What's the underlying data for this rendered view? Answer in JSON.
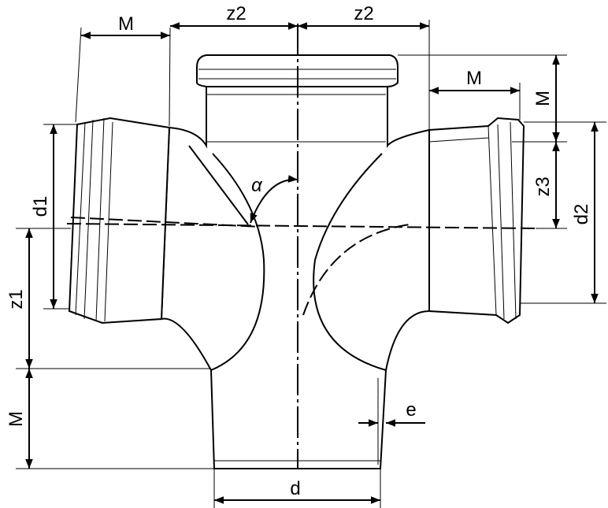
{
  "diagram": {
    "title_hidden": false,
    "labels": {
      "m_top_left": "M",
      "z2_left": "z2",
      "z2_right": "z2",
      "m_right_horizontal": "M",
      "m_right_vertical": "M",
      "z3": "z3",
      "d2": "d2",
      "d1": "d1",
      "z1": "z1",
      "m_left_vertical": "M",
      "e": "e",
      "d": "d",
      "alpha": "α"
    }
  }
}
